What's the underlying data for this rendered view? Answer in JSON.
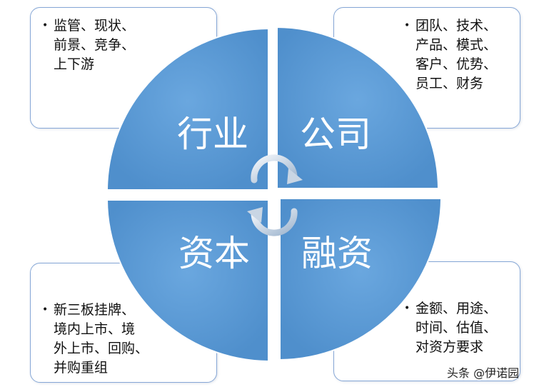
{
  "quadrants": {
    "top_left": {
      "label": "行业",
      "items": [
        "监管、现状、",
        "前景、竞争、",
        "上下游"
      ]
    },
    "top_right": {
      "label": "公司",
      "items": [
        "团队、技术、",
        "产品、模式、",
        "客户、优势、",
        "员工、财务"
      ]
    },
    "bottom_left": {
      "label": "资本",
      "items": [
        "新三板挂牌、",
        "境内上市、境",
        "外上市、回购、",
        "并购重组"
      ]
    },
    "bottom_right": {
      "label": "融资",
      "items": [
        "金额、用途、",
        "时间、估值、",
        "对资方要求"
      ]
    }
  },
  "bullet": "•",
  "watermark": "头条 @伊诺园",
  "colors": {
    "quadrant_fill": "#5b9bd5",
    "card_border": "#86a7d6",
    "label_text": "#ffffff"
  }
}
